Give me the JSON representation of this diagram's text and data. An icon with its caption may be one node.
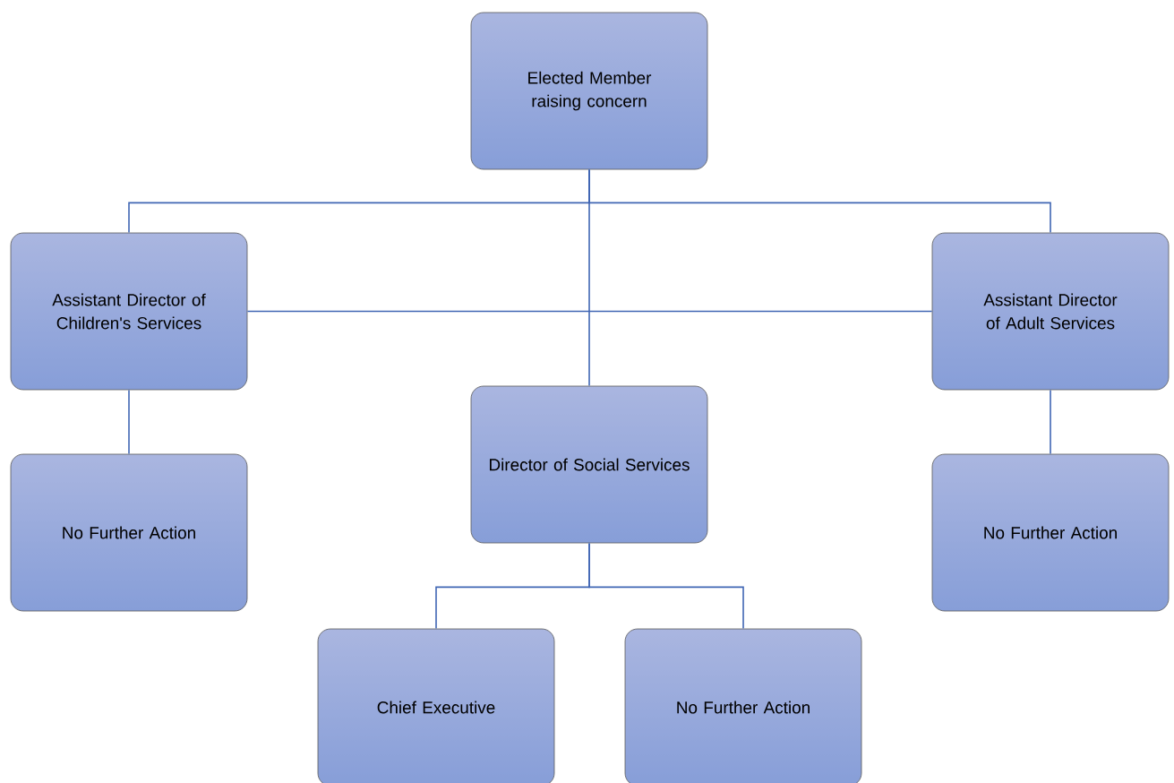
{
  "diagram": {
    "nodes": [
      {
        "text": [
          "Elected Member raising concern"
        ]
      },
      {
        "text": [
          "Assistant Director of Children's Services"
        ]
      },
      {
        "text": [
          "Assistant Director of Adult Services"
        ]
      },
      {
        "text": [
          "Director of Social Services"
        ]
      },
      {
        "text": [
          "No Further Action"
        ]
      },
      {
        "text": [
          "No Further Action"
        ]
      },
      {
        "text": [
          "Chief Executive"
        ]
      },
      {
        "text": [
          "No Further Action"
        ]
      }
    ],
    "edges": [
      {
        "from": 0,
        "to": 1,
        "arrow": "none"
      },
      {
        "from": 0,
        "to": 2,
        "arrow": "none"
      },
      {
        "from": 0,
        "to": 3,
        "arrow": "none"
      },
      {
        "from": 1,
        "to": 2,
        "arrow": "none"
      },
      {
        "from": 1,
        "to": 4,
        "arrow": "none"
      },
      {
        "from": 2,
        "to": 5,
        "arrow": "none"
      },
      {
        "from": 3,
        "to": 6,
        "arrow": "none"
      },
      {
        "from": 3,
        "to": 7,
        "arrow": "none"
      }
    ]
  }
}
